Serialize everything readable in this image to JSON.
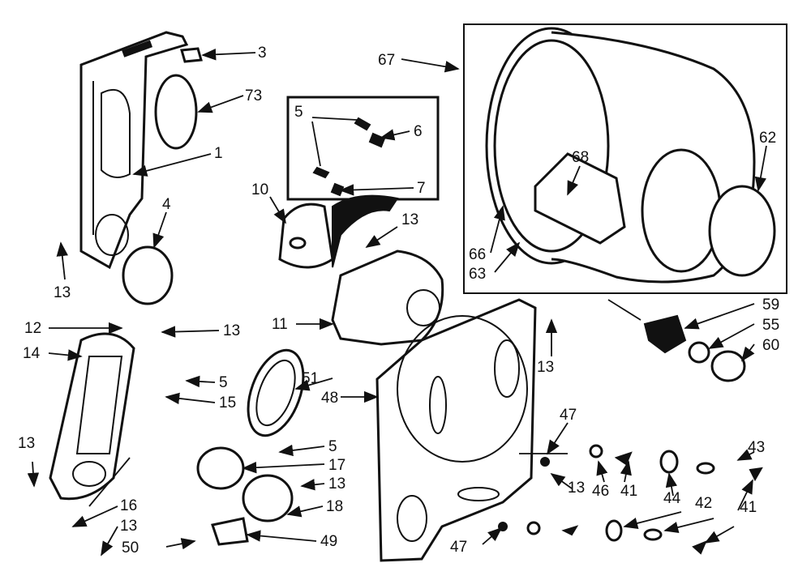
{
  "labels": [
    "3",
    "73",
    "1",
    "4",
    "13",
    "12",
    "13",
    "14",
    "5",
    "15",
    "13",
    "51",
    "48",
    "5",
    "17",
    "13",
    "16",
    "18",
    "13",
    "50",
    "49",
    "5",
    "6",
    "7",
    "10",
    "13",
    "11",
    "67",
    "68",
    "62",
    "66",
    "63",
    "59",
    "55",
    "60",
    "13",
    "47",
    "13",
    "46",
    "41",
    "44",
    "43",
    "42",
    "41",
    "47"
  ]
}
